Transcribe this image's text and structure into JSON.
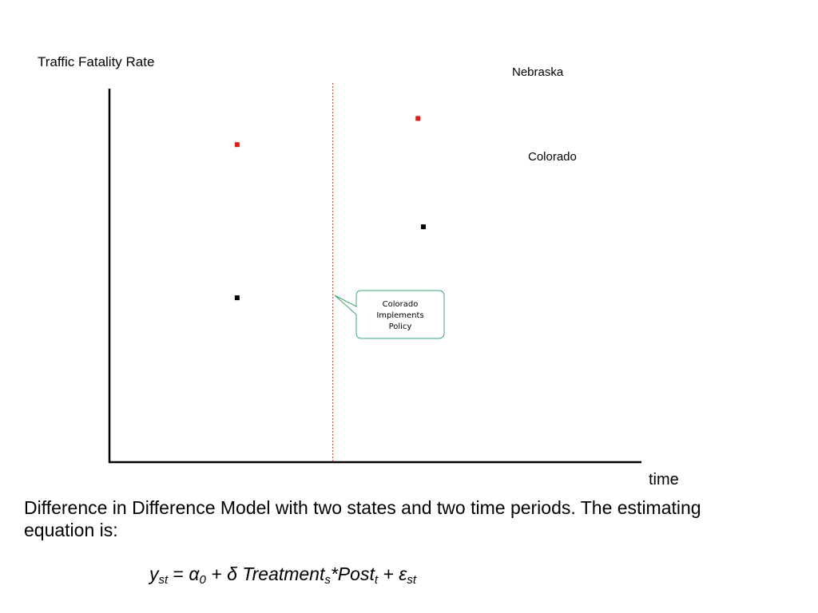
{
  "chart_data": {
    "type": "scatter",
    "ylabel": "Traffic Fatality Rate",
    "xlabel": "time",
    "ylim": [
      0,
      100
    ],
    "xlim": [
      0,
      100
    ],
    "series": [
      {
        "name": "Nebraska",
        "color": "#e11b1b",
        "points": [
          {
            "x": 24,
            "y": 85
          },
          {
            "x": 58,
            "y": 92
          }
        ]
      },
      {
        "name": "Colorado",
        "color": "#000000",
        "points": [
          {
            "x": 24,
            "y": 44
          },
          {
            "x": 59,
            "y": 63
          }
        ]
      }
    ],
    "policy_line": {
      "x": 42,
      "color": "#c0392b"
    },
    "annotation": {
      "text_lines": [
        "Colorado",
        "Implements",
        "Policy"
      ],
      "color": "#2e8b57"
    },
    "grid": false
  },
  "caption": "Difference in Difference Model with two states and two time periods.   The estimating equation is:",
  "equation": {
    "y": "y",
    "y_sub": "st",
    "eq": " = ",
    "alpha": "α",
    "alpha_sub": "0",
    "plus1": " + ",
    "delta": "δ",
    "treat": " Treatment",
    "treat_sub": "s",
    "post": "*Post",
    "post_sub": "t",
    "plus2": " + ",
    "eps": "ε",
    "eps_sub": "st"
  }
}
